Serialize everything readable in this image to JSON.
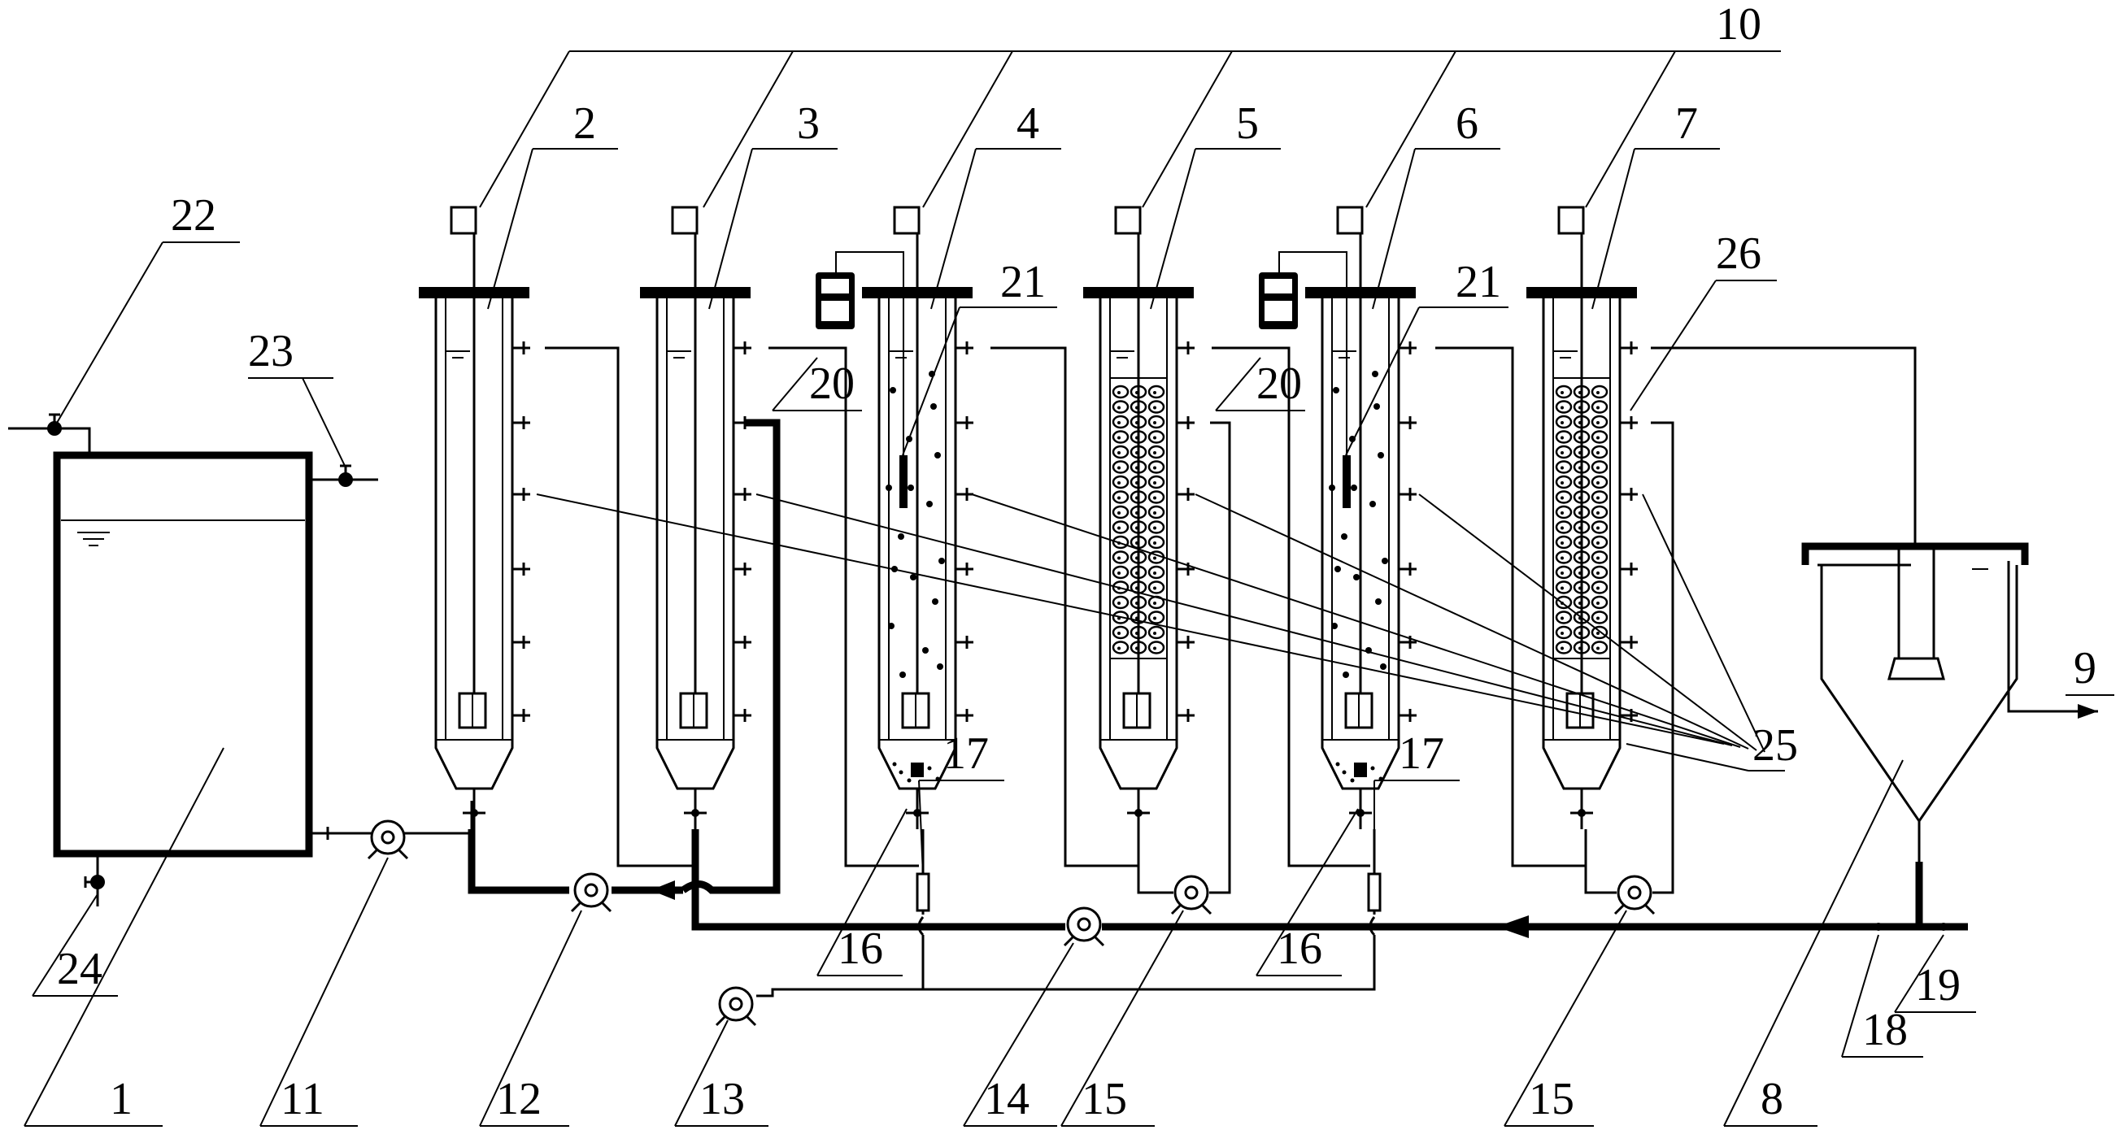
{
  "labels": {
    "l1": "1",
    "l2": "2",
    "l3": "3",
    "l4": "4",
    "l5": "5",
    "l6": "6",
    "l7": "7",
    "l8": "8",
    "l9": "9",
    "l10": "10",
    "l11": "11",
    "l12": "12",
    "l13": "13",
    "l14": "14",
    "l15a": "15",
    "l15b": "15",
    "l16a": "16",
    "l16b": "16",
    "l17a": "17",
    "l17b": "17",
    "l18": "18",
    "l19": "19",
    "l20a": "20",
    "l20b": "20",
    "l21a": "21",
    "l21b": "21",
    "l22": "22",
    "l23": "23",
    "l24": "24",
    "l25": "25",
    "l26": "26"
  },
  "colors": {
    "line": "#000000",
    "background": "#ffffff"
  }
}
